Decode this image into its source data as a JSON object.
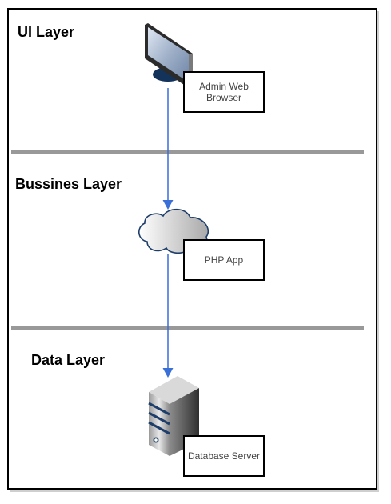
{
  "layers": [
    {
      "title": "UI Layer"
    },
    {
      "title": "Bussines Layer"
    },
    {
      "title": "Data Layer"
    }
  ],
  "nodes": [
    {
      "label_line1": "Admin Web",
      "label_line2": "Browser",
      "icon": "monitor-icon"
    },
    {
      "label": "PHP App",
      "icon": "cloud-icon"
    },
    {
      "label": "Database Server",
      "icon": "server-icon"
    }
  ],
  "colors": {
    "arrow": "#3a6fd8",
    "divider": "#999999",
    "frame": "#000000"
  }
}
